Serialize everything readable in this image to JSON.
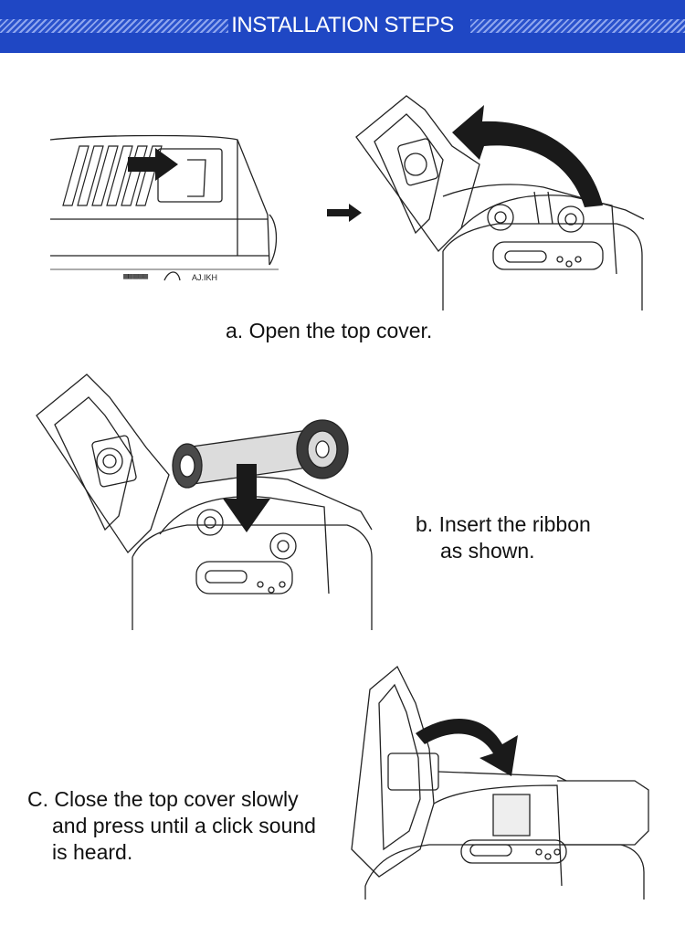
{
  "header": {
    "title": "INSTALLATION STEPS"
  },
  "steps": {
    "a": {
      "caption": "a. Open the top cover."
    },
    "b": {
      "line1": "b. Insert the ribbon",
      "line2": "as shown."
    },
    "c": {
      "line1": "C. Close the top cover slowly",
      "line2": "and press until a click sound",
      "line3": "is heard."
    }
  },
  "printer_label": "AJ.IKH",
  "colors": {
    "banner": "#1f47c4",
    "stripe": "#8fa6ee",
    "ink": "#111111"
  },
  "icons": [
    "right-arrow-icon",
    "curved-arrow-icon",
    "down-arrow-icon"
  ]
}
